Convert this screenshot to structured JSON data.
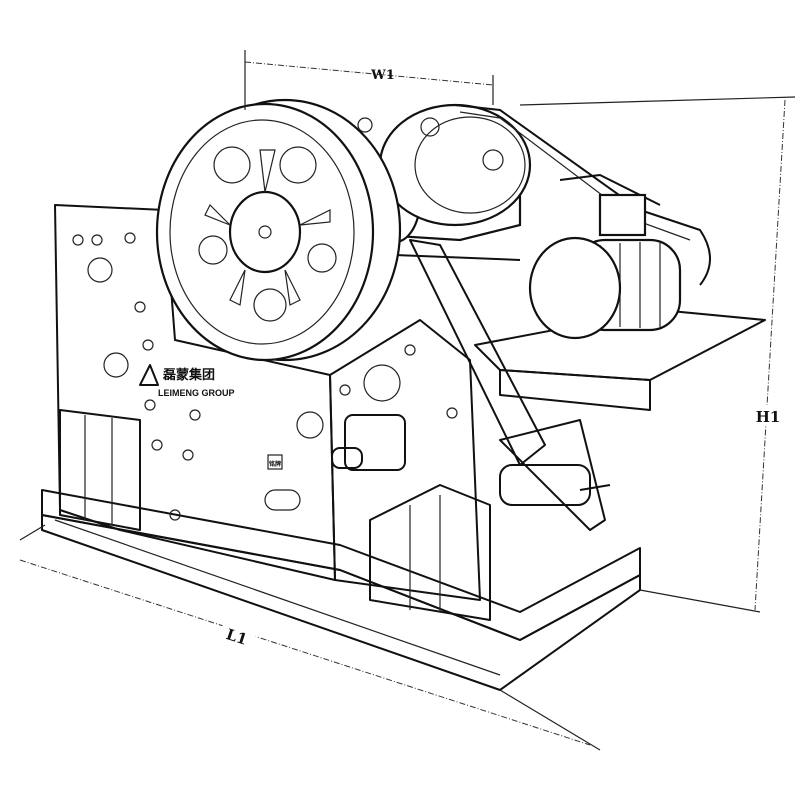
{
  "drawing": {
    "dimensions": {
      "width_label": "W1",
      "height_label": "H1",
      "length_label": "L1"
    },
    "logo": {
      "chinese": "磊蒙集团",
      "english": "LEIMENG GROUP"
    },
    "plate_label": "铭牌"
  },
  "colors": {
    "line": "#111111",
    "background": "#ffffff"
  }
}
